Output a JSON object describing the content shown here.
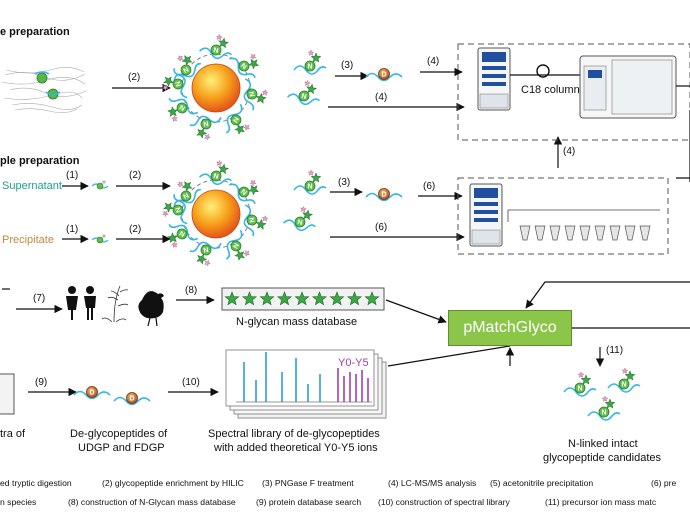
{
  "sections": {
    "top_heading": "e preparation",
    "mid_heading": "ple preparation",
    "supernatant": "Supernatant",
    "precipitate": "Precipitate"
  },
  "colors": {
    "supernatant": "#1aa38a",
    "precipitate": "#c8873a",
    "pmatch_bg": "#8bc64a",
    "bead_core": "#f7a21b",
    "peptide": "#34b7e6",
    "glycan_star": "#3aa844",
    "y_ions": "#a040b0",
    "spectrum": "#2a9fd8"
  },
  "steps": {
    "s2a": "(2)",
    "s3a": "(3)",
    "s4a": "(4)",
    "s4b": "(4)",
    "s4c": "(4)",
    "s1a": "(1)",
    "s2b": "(2)",
    "s3b": "(3)",
    "s6a": "(6)",
    "s1b": "(1)",
    "s2c": "(2)",
    "s6b": "(6)",
    "s7": "(7)",
    "s8": "(8)",
    "s9": "(9)",
    "s10": "(10)",
    "s11": "(11)"
  },
  "labels": {
    "c18": "C18 column",
    "glycan_db": "N-glycan mass database",
    "pmatch": "pMatchGlyco",
    "y_ions": "Y0-Y5",
    "spectra_of": "tra of",
    "deglyco_1": "De-glycopeptides of",
    "deglyco_2": "UDGP and FDGP",
    "speclib_1": "Spectral library of de-glycopeptides",
    "speclib_2": "with added theoretical Y0-Y5 ions",
    "nlinked_1": "N-linked intact",
    "nlinked_2": "glycopeptide candidates",
    "bead_tag": "N",
    "deglyco_tag": "D"
  },
  "legend": {
    "row1": [
      "ed tryptic digestion",
      "(2) glycopeptide enrichment by HILIC",
      "(3) PNGase F treatment",
      "(4) LC-MS/MS analysis",
      "(5) acetonitrile precipitation",
      "(6) pre"
    ],
    "row2": [
      "n species",
      "(8) construction of N-Glycan mass database",
      "(9) protein database search",
      "(10) construction of spectral library",
      "(11) precursor ion mass matc"
    ]
  }
}
